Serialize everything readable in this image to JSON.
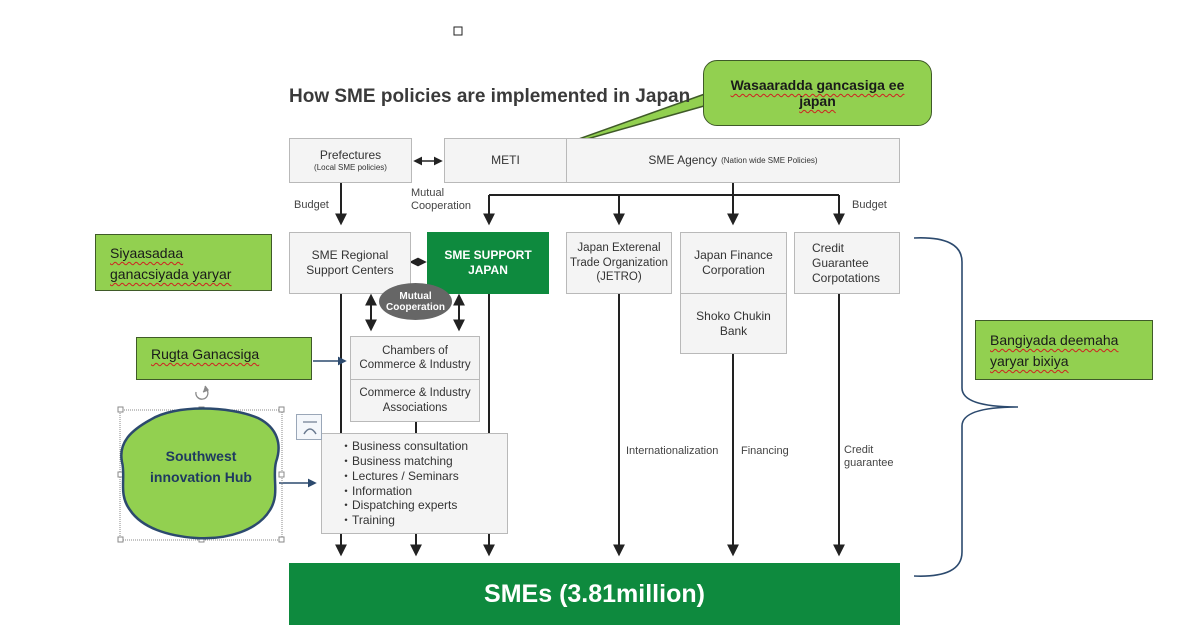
{
  "title": "How SME policies are implemented in Japan",
  "boxes": {
    "prefectures": "Prefectures",
    "prefectures_sub": "(Local SME policies)",
    "meti": "METI",
    "sme_agency": "SME Agency",
    "sme_agency_sub": "(Nation wide SME Policies)",
    "regional_centers": "SME Regional\nSupport Centers",
    "sme_support_japan": "SME SUPPORT\nJAPAN",
    "jetro": "Japan Exterenal\nTrade Organization\n(JETRO)",
    "japan_finance": "Japan Finance\nCorporation",
    "shoko_chukin": "Shoko Chukin\nBank",
    "credit_guarantee": "Credit\nGuarantee\nCorpotations",
    "chambers": "Chambers of\nCommerce & Industry",
    "associations": "Commerce & Industry\nAssociations",
    "mutual_oval": "Mutual\nCooperation",
    "smes": "SMEs (3.81million)"
  },
  "services": [
    "・Business consultation",
    "・Business matching",
    "・Lectures / Seminars",
    "・Information",
    "・Dispatching experts",
    "・Training"
  ],
  "labels": {
    "budget_left": "Budget",
    "budget_right": "Budget",
    "mutual_coop": "Mutual\nCooperation",
    "internationalization": "Internationalization",
    "financing": "Financing",
    "credit_guarantee_flow": "Credit\nguarantee"
  },
  "callouts": {
    "wasaaradda": "Wasaaradda gancasiga ee japan",
    "siyaasadaa": "Siyaasadaa ganacsiyada yaryar",
    "rugta": "Rugta Ganacsiga",
    "bangiyada": "Bangiyada deemaha yaryar bixiya",
    "hub": "Southwest\ninnovation Hub"
  },
  "colors": {
    "green": "#0e8a3e",
    "callout_green": "#92d050",
    "arrow": "#222222",
    "brace_blue": "#2c4a6e"
  }
}
